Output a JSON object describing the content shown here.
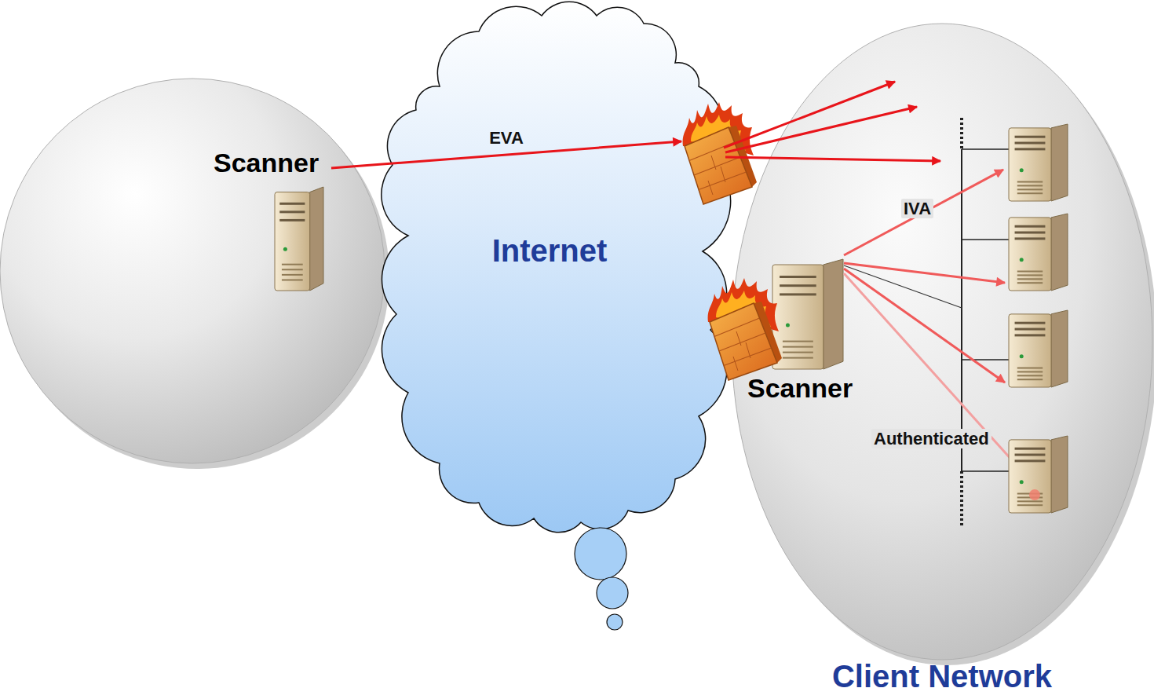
{
  "diagram": {
    "nodes": [
      {
        "text": [
          "Scanner"
        ]
      },
      {
        "text": [
          "Internet"
        ]
      },
      {
        "text": [
          "Client Network"
        ]
      },
      {
        "text": [
          "Scanner"
        ],
        "in": 2
      }
    ],
    "edges": [
      {
        "from": 0,
        "to": 2,
        "label": "EVA",
        "arrow": "to"
      }
    ],
    "labels": [
      "IVA",
      "Authenticated"
    ]
  }
}
